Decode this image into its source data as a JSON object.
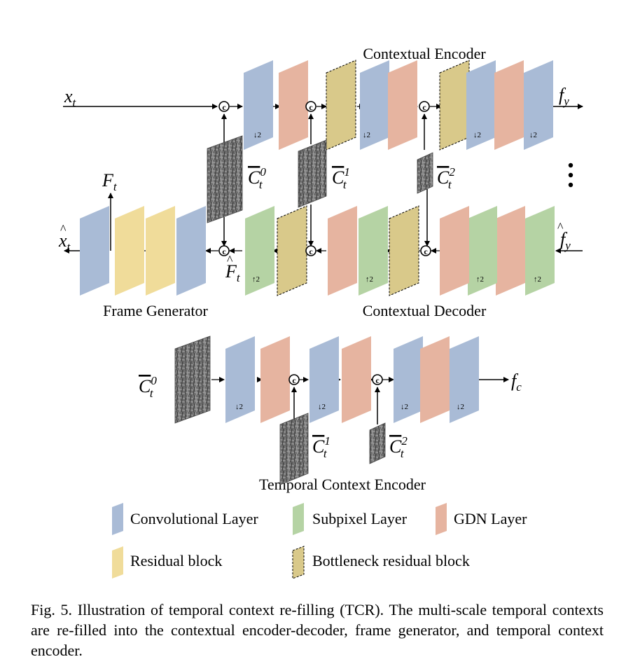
{
  "sections": {
    "contextual_encoder": "Contextual Encoder",
    "frame_generator": "Frame Generator",
    "contextual_decoder": "Contextual Decoder",
    "temporal_context_encoder": "Temporal Context Encoder"
  },
  "signals": {
    "x_t": "x",
    "x_hat_t": "x",
    "F_t": "F",
    "F_hat_t": "F",
    "f_y": "f",
    "f_hat_y": "f",
    "f_c": "f",
    "C0": "C",
    "C1": "C",
    "C2": "C",
    "sub_t": "t",
    "sub_y": "y",
    "sub_c": "c",
    "sup_0": "0",
    "sup_1": "1",
    "sup_2": "2"
  },
  "layer_marks": {
    "down2": "↓2",
    "up2": "↑2",
    "concat": "c"
  },
  "legend": [
    {
      "label": "Convolutional Layer",
      "color": "#a9bbd6"
    },
    {
      "label": "Subpixel Layer",
      "color": "#b5d3a4"
    },
    {
      "label": "GDN Layer",
      "color": "#e6b4a0"
    },
    {
      "label": "Residual block",
      "color": "#f0dc9a"
    },
    {
      "label": "Bottleneck residual block",
      "color": "#d9c98a"
    }
  ],
  "caption": "Fig. 5.  Illustration of temporal context re-filling (TCR). The multi-scale temporal contexts are re-filled into the contextual encoder-decoder, frame generator, and temporal context encoder."
}
